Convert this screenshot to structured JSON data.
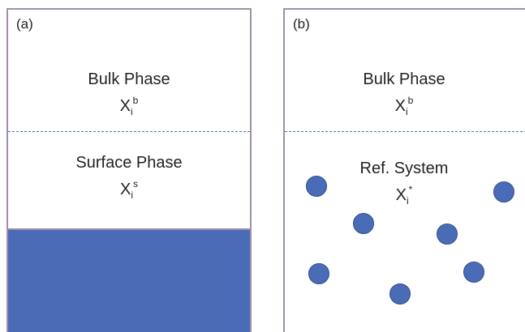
{
  "panel_a": {
    "label": "(a)",
    "bulk": {
      "name": "Bulk Phase",
      "symbol": "X",
      "sub": "i",
      "sup": "b"
    },
    "surface": {
      "name": "Surface Phase",
      "symbol": "X",
      "sub": "i",
      "sup": "s"
    }
  },
  "panel_b": {
    "label": "(b)",
    "bulk": {
      "name": "Bulk Phase",
      "symbol": "X",
      "sub": "i",
      "sup": "b"
    },
    "reference": {
      "name": "Ref. System",
      "symbol": "X",
      "sub": "i",
      "sup": "*"
    },
    "particle_count": 7
  },
  "colors": {
    "solid": "#4a6bb5",
    "divider": "#4a72c4",
    "border": "#a08fa8"
  }
}
